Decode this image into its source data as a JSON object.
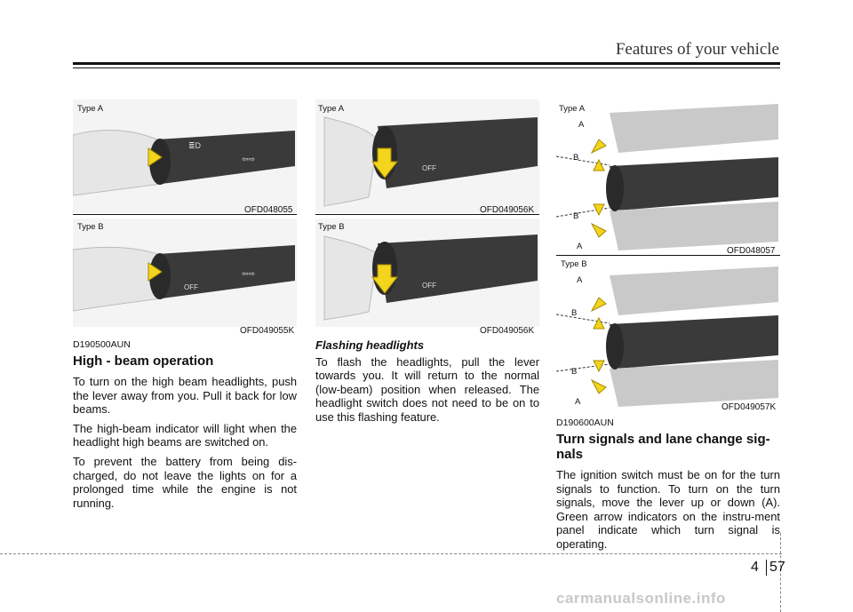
{
  "header": {
    "title": "Features of your vehicle"
  },
  "figures": [
    {
      "type_label": "Type A",
      "code": "OFD048055"
    },
    {
      "type_label": "Type B",
      "code": "OFD049055K"
    },
    {
      "type_label": "Type A",
      "code": "OFD049056K"
    },
    {
      "type_label": "Type B",
      "code": "OFD049056K"
    },
    {
      "type_label": "Type A",
      "code": "OFD048057"
    },
    {
      "type_label": "Type B",
      "code": "OFD049057K"
    }
  ],
  "section1": {
    "code": "D190500AUN",
    "heading": "High - beam operation",
    "p1": "To turn on the high beam headlights, push the lever away from you. Pull it back for low beams.",
    "p2": "The high-beam indicator will light when the headlight high beams are switched on.",
    "p3": "To prevent the battery from being dis-charged, do not leave the lights on for a prolonged time while the engine is not running."
  },
  "section2": {
    "heading": "Flashing headlights",
    "p1": "To flash the headlights, pull the lever towards you. It will return to the normal (low-beam) position when released. The headlight switch does not need to be on to use this flashing feature."
  },
  "section3": {
    "code": "D190600AUN",
    "heading": "Turn signals and lane change sig-nals",
    "p1": "The ignition switch must be on for the turn signals to function. To turn on the turn signals, move the lever up or down (A). Green arrow indicators on the instru-ment panel indicate which turn signal is operating."
  },
  "callouts": {
    "a": "A",
    "b": "B"
  },
  "footer": {
    "chapter": "4",
    "page": "57",
    "watermark": "carmanualsonline.info"
  },
  "colors": {
    "arrow": "#f2d51c",
    "lever": "#3a3a3a",
    "hand": "#dcdcdc"
  }
}
